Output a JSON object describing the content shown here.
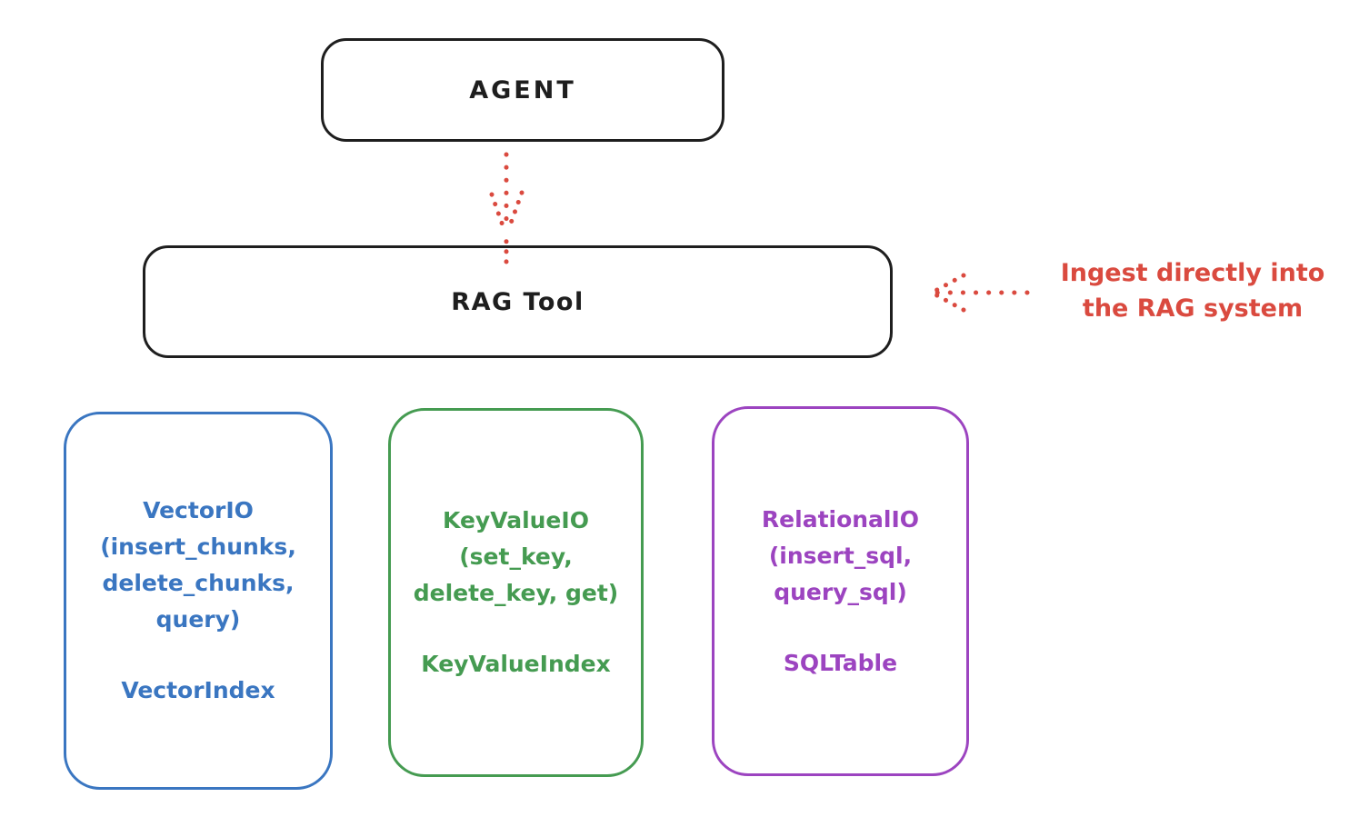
{
  "colors": {
    "ink": "#1e1e1e",
    "red": "#da4a3f",
    "blue": "#3a76c1",
    "green": "#459b51",
    "purple": "#9c44c0"
  },
  "agent": {
    "label": "AGENT"
  },
  "rag_tool": {
    "label": "RAG Tool"
  },
  "annotation": {
    "line1": "Ingest directly into",
    "line2": "the RAG system"
  },
  "cards": [
    {
      "id": "vector-io",
      "color": "#3a76c1",
      "lines": [
        "VectorIO",
        "(insert_chunks,",
        "delete_chunks,",
        "query)"
      ],
      "index": "VectorIndex"
    },
    {
      "id": "key-value-io",
      "color": "#459b51",
      "lines": [
        "KeyValueIO",
        "(set_key,",
        "delete_key, get)"
      ],
      "index": "KeyValueIndex"
    },
    {
      "id": "relational-io",
      "color": "#9c44c0",
      "lines": [
        "RelationalIO",
        "(insert_sql,",
        "query_sql)"
      ],
      "index": "SQLTable"
    }
  ]
}
